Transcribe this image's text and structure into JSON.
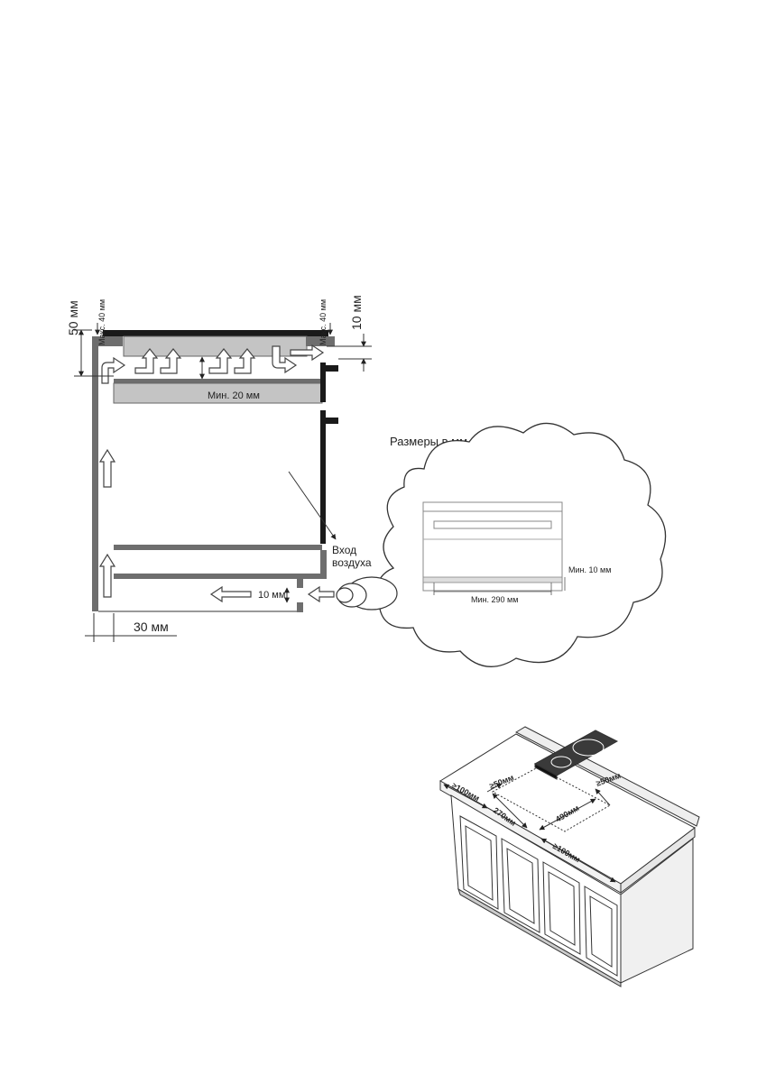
{
  "diagram": {
    "labels": {
      "max_40_left": "Макс. 40 мм",
      "max_40_right": "Макс. 40 мм",
      "mm_50": "50 мм",
      "mm_10_vert": "10 мм",
      "min_20": "Мин. 20 мм",
      "air_inlet_line1": "Вход",
      "air_inlet_line2": "воздуха",
      "mm_10_bottom": "10 мм",
      "mm_30": "30 мм",
      "sizes_in_mm": "Размеры в мм",
      "min_10": "Мин. 10 мм",
      "min_290": "Мин. 290 мм"
    }
  },
  "install": {
    "labels": {
      "ge100_left": "≥100мм",
      "ge50_left": "≥50мм",
      "dim_270": "270мм",
      "dim_490": "490мм",
      "ge50_right": "≥50мм",
      "ge100_bottom": "≥100мм"
    }
  },
  "colors": {
    "dark": "#1a1a1a",
    "mid_gray": "#6e6e6e",
    "light_gray": "#c4c4c4",
    "line": "#333333"
  }
}
